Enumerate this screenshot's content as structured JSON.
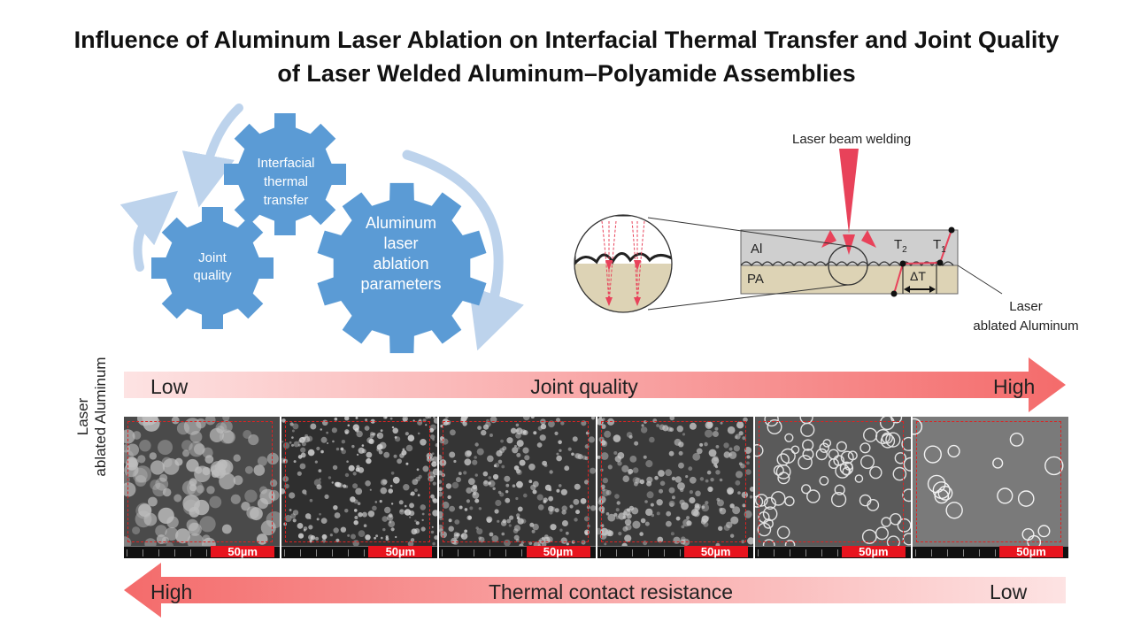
{
  "title": {
    "line1": "Influence of Aluminum Laser Ablation on Interfacial Thermal Transfer and Joint Quality",
    "line2": "of Laser Welded Aluminum–Polyamide Assemblies"
  },
  "gears": {
    "color": "#5b9bd5",
    "arrow_color": "#bdd3ec",
    "small_gear": {
      "line1": "Joint",
      "line2": "quality"
    },
    "top_gear": {
      "line1": "Interfacial",
      "line2": "thermal",
      "line3": "transfer"
    },
    "large_gear": {
      "line1": "Aluminum",
      "line2": "laser",
      "line3": "ablation",
      "line4": "parameters"
    }
  },
  "schematic": {
    "beam_label": "Laser beam welding",
    "al_label": "Al",
    "pa_label": "PA",
    "t2_label": "T",
    "t2_sub": "2",
    "t1_label": "T",
    "t1_sub": "1",
    "delta_label": "ΔT",
    "ablated_label_line1": "Laser",
    "ablated_label_line2": "ablated Aluminum",
    "beam_color": "#e8425a",
    "al_color": "#cfcfcf",
    "pa_color": "#ddd3b5"
  },
  "top_arrow": {
    "left_label": "Low",
    "center_label": "Joint quality",
    "right_label": "High",
    "color": "#f46b6b"
  },
  "bottom_arrow": {
    "left_label": "High",
    "center_label": "Thermal contact resistance",
    "right_label": "Low",
    "color": "#f46b6b"
  },
  "sem_axis_label": {
    "line1": "Laser",
    "line2": "ablated Aluminum"
  },
  "sem_images": [
    {
      "scale": "50µm"
    },
    {
      "scale": "50µm"
    },
    {
      "scale": "50µm"
    },
    {
      "scale": "50µm"
    },
    {
      "scale": "50µm"
    },
    {
      "scale": "50µm"
    }
  ]
}
